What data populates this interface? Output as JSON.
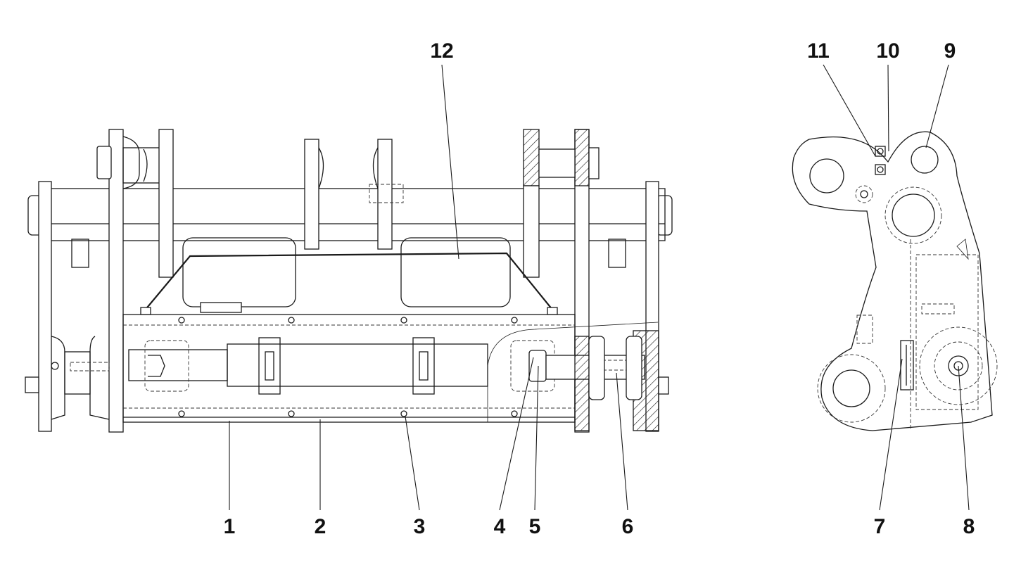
{
  "callouts": [
    {
      "id": "c1",
      "label": "1"
    },
    {
      "id": "c2",
      "label": "2"
    },
    {
      "id": "c3",
      "label": "3"
    },
    {
      "id": "c4",
      "label": "4"
    },
    {
      "id": "c5",
      "label": "5"
    },
    {
      "id": "c6",
      "label": "6"
    },
    {
      "id": "c7",
      "label": "7"
    },
    {
      "id": "c8",
      "label": "8"
    },
    {
      "id": "c9",
      "label": "9"
    },
    {
      "id": "c10",
      "label": "10"
    },
    {
      "id": "c11",
      "label": "11"
    },
    {
      "id": "c12",
      "label": "12"
    }
  ],
  "views": {
    "front": {
      "name": "front-view"
    },
    "side": {
      "name": "side-view"
    }
  },
  "colors": {
    "line": "#1a1a1a",
    "background": "#ffffff"
  }
}
